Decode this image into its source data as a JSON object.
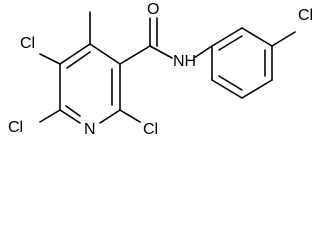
{
  "molecule": {
    "atoms": {
      "cl_top_right": "Cl",
      "o_carbonyl": "O",
      "nh_amide": "NH",
      "cl_ring_5": "Cl",
      "cl_ring_6": "Cl",
      "n_pyridine": "N",
      "cl_ring_2": "Cl"
    },
    "colors": {
      "bond": "#000000",
      "label": "#000000",
      "background": "#ffffff"
    }
  }
}
